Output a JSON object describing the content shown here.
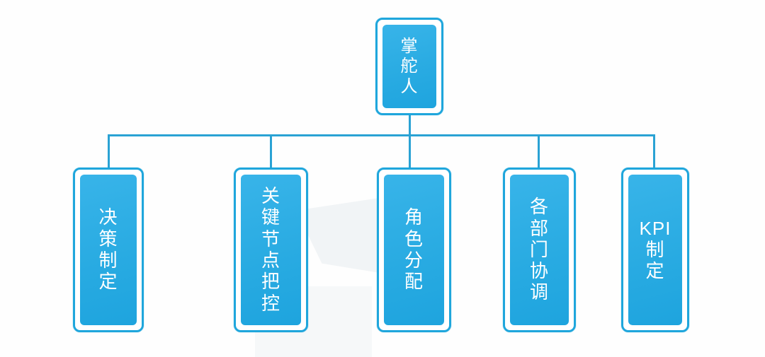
{
  "colors": {
    "node_fill": "#29abe2",
    "node_fill_light": "#38b4e9",
    "node_border": "#1fa6dc",
    "connector": "#2aa2d4",
    "text": "#ffffff",
    "background": "#fefefe"
  },
  "diagram": {
    "type": "org-chart",
    "root": {
      "label": "掌舵人",
      "lines": [
        "掌",
        "舵",
        "人"
      ]
    },
    "children": [
      {
        "label": "决策制定",
        "lines": [
          "决",
          "策",
          "制",
          "定"
        ]
      },
      {
        "label": "关键节点把控",
        "lines": [
          "关",
          "键",
          "节",
          "点",
          "把",
          "控"
        ]
      },
      {
        "label": "角色分配",
        "lines": [
          "角",
          "色",
          "分",
          "配"
        ]
      },
      {
        "label": "各部门协调",
        "lines": [
          "各",
          "部",
          "门",
          "协",
          "调"
        ]
      },
      {
        "label": "KPI制定",
        "lines": [
          "KPI",
          "制",
          "定"
        ]
      }
    ]
  }
}
